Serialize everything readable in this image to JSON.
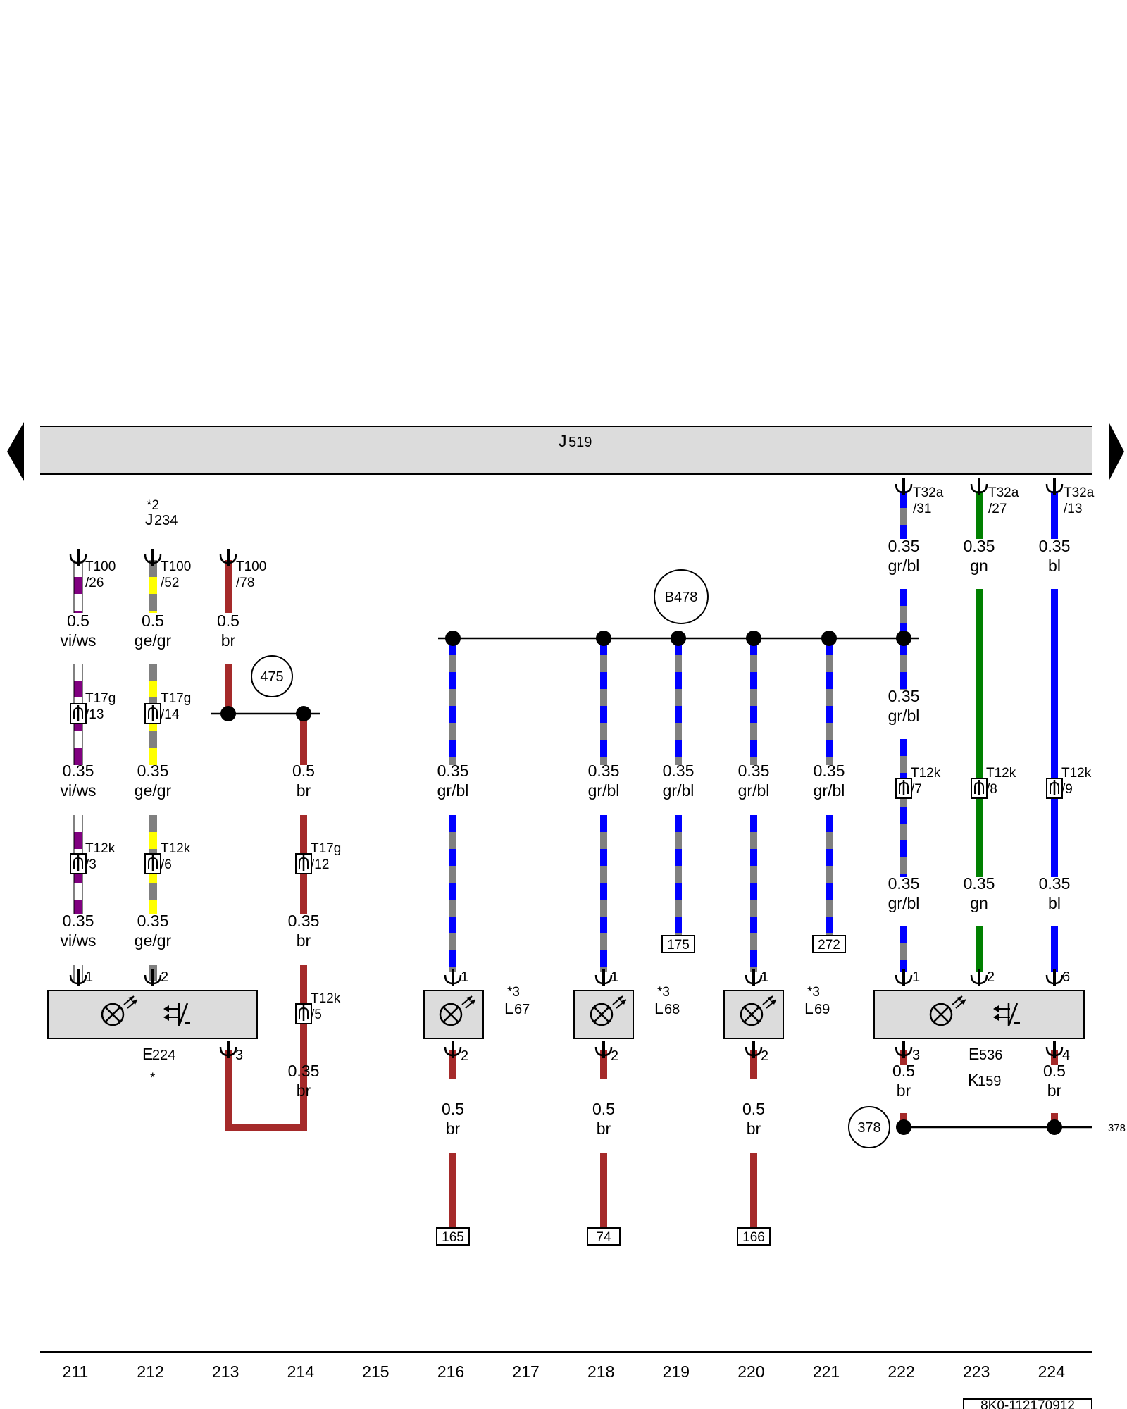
{
  "control_unit": {
    "code": "J",
    "number": "519"
  },
  "relay_note": {
    "marker": "*2",
    "code": "J",
    "number": "234"
  },
  "columns": [
    "211",
    "212",
    "213",
    "214",
    "215",
    "216",
    "217",
    "218",
    "219",
    "220",
    "221",
    "222",
    "223",
    "224"
  ],
  "part_number": "8K0-112170912",
  "colors": {
    "vi": "#800080",
    "ws": "#ffffff",
    "ge": "#ffff00",
    "gr": "#808080",
    "br": "#a52a2a",
    "bl": "#0000ff",
    "gn": "#008000",
    "housing": "#dcdcdc"
  },
  "connectors": [
    {
      "name": "T100",
      "pin": "/26"
    },
    {
      "name": "T100",
      "pin": "/52"
    },
    {
      "name": "T100",
      "pin": "/78"
    },
    {
      "name": "T17g",
      "pin": "/13"
    },
    {
      "name": "T17g",
      "pin": "/14"
    },
    {
      "name": "T17g",
      "pin": "/12"
    },
    {
      "name": "T12k",
      "pin": "/3"
    },
    {
      "name": "T12k",
      "pin": "/6"
    },
    {
      "name": "T12k",
      "pin": "/5"
    },
    {
      "name": "T32a",
      "pin": "/31"
    },
    {
      "name": "T32a",
      "pin": "/27"
    },
    {
      "name": "T32a",
      "pin": "/13"
    },
    {
      "name": "T12k",
      "pin": "/7"
    },
    {
      "name": "T12k",
      "pin": "/8"
    },
    {
      "name": "T12k",
      "pin": "/9"
    }
  ],
  "wire_labels": [
    {
      "size": "0.5",
      "color": "vi/ws"
    },
    {
      "size": "0.5",
      "color": "ge/gr"
    },
    {
      "size": "0.5",
      "color": "br"
    },
    {
      "size": "0.35",
      "color": "vi/ws"
    },
    {
      "size": "0.35",
      "color": "ge/gr"
    },
    {
      "size": "0.5",
      "color": "br"
    },
    {
      "size": "0.35",
      "color": "vi/ws"
    },
    {
      "size": "0.35",
      "color": "ge/gr"
    },
    {
      "size": "0.35",
      "color": "br"
    },
    {
      "size": "0.35",
      "color": "br"
    },
    {
      "size": "0.35",
      "color": "gr/bl"
    },
    {
      "size": "0.35",
      "color": "gr/bl"
    },
    {
      "size": "0.35",
      "color": "gr/bl"
    },
    {
      "size": "0.35",
      "color": "gr/bl"
    },
    {
      "size": "0.35",
      "color": "gr/bl"
    },
    {
      "size": "0.5",
      "color": "br"
    },
    {
      "size": "0.5",
      "color": "br"
    },
    {
      "size": "0.5",
      "color": "br"
    },
    {
      "size": "0.35",
      "color": "gr/bl"
    },
    {
      "size": "0.35",
      "color": "gn"
    },
    {
      "size": "0.35",
      "color": "bl"
    },
    {
      "size": "0.35",
      "color": "gr/bl"
    },
    {
      "size": "0.35",
      "color": "gr/bl"
    },
    {
      "size": "0.35",
      "color": "gn"
    },
    {
      "size": "0.35",
      "color": "bl"
    },
    {
      "size": "0.5",
      "color": "br"
    },
    {
      "size": "0.5",
      "color": "br"
    }
  ],
  "ground_points": [
    "475",
    "B478",
    "378"
  ],
  "ref_boxes": [
    "175",
    "272",
    "165",
    "74",
    "166"
  ],
  "continuation": "378",
  "components": {
    "e224": {
      "code": "E",
      "number": "224",
      "note": "*",
      "pins": [
        "1",
        "2",
        "3"
      ]
    },
    "l67": {
      "marker": "*3",
      "code": "L",
      "number": "67",
      "pins": [
        "1",
        "2"
      ]
    },
    "l68": {
      "marker": "*3",
      "code": "L",
      "number": "68",
      "pins": [
        "1",
        "2"
      ]
    },
    "l69": {
      "marker": "*3",
      "code": "L",
      "number": "69",
      "pins": [
        "1",
        "2"
      ]
    },
    "e536": {
      "code": "E",
      "number": "536",
      "code2": "K",
      "number2": "159",
      "pins": [
        "1",
        "2",
        "6",
        "3",
        "4"
      ]
    }
  },
  "icons": [
    "lamp-icon",
    "adjuster-switch-icon",
    "nav-left-arrow-icon",
    "nav-right-arrow-icon"
  ]
}
